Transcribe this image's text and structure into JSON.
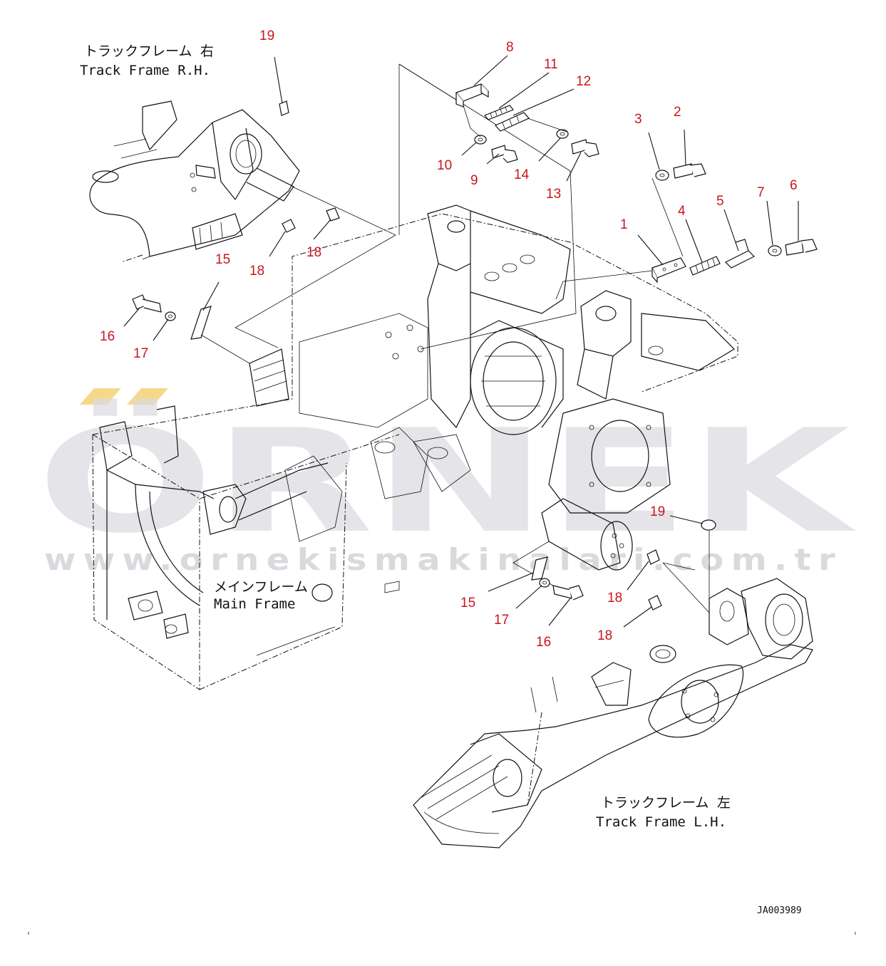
{
  "labels": {
    "track_frame_rh_jp": "トラックフレーム 右",
    "track_frame_rh_en": "Track Frame R.H.",
    "main_frame_jp": "メインフレーム",
    "main_frame_en": "Main Frame",
    "track_frame_lh_jp": "トラックフレーム 左",
    "track_frame_lh_en": "Track Frame L.H.",
    "drawing_code": "JA003989"
  },
  "watermark": {
    "logo": "ÖRNEK",
    "url": "www.ornekismakinalari.com.tr"
  },
  "callouts": {
    "c19a": "19",
    "c8": "8",
    "c11": "11",
    "c12": "12",
    "c10": "10",
    "c9": "9",
    "c14": "14",
    "c13": "13",
    "c3": "3",
    "c2": "2",
    "c1": "1",
    "c4": "4",
    "c5": "5",
    "c7": "7",
    "c6": "6",
    "c18a": "18",
    "c18b": "18",
    "c15a": "15",
    "c16a": "16",
    "c17a": "17",
    "c19b": "19",
    "c15b": "15",
    "c17b": "17",
    "c16b": "16",
    "c18c": "18",
    "c18d": "18"
  },
  "colors": {
    "callout": "#c8161d",
    "watermark": "#dcdbe1",
    "watermark_accent": "#f5d98a",
    "line": "#111111"
  }
}
